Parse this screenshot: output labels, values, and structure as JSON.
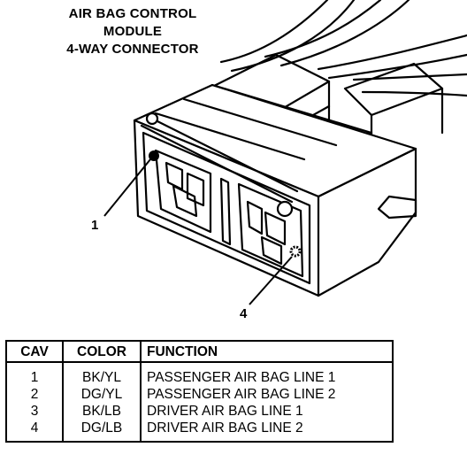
{
  "title": {
    "line1": "AIR BAG CONTROL",
    "line2": "MODULE",
    "line3": "4-WAY CONNECTOR"
  },
  "callouts": {
    "cavity_1": "1",
    "cavity_4": "4"
  },
  "table": {
    "headers": [
      "CAV",
      "COLOR",
      "FUNCTION"
    ],
    "rows": [
      {
        "cav": "1",
        "color": "BK/YL",
        "function": "PASSENGER AIR BAG LINE 1"
      },
      {
        "cav": "2",
        "color": "DG/YL",
        "function": "PASSENGER AIR BAG LINE 2"
      },
      {
        "cav": "3",
        "color": "BK/LB",
        "function": "DRIVER AIR BAG LINE 1"
      },
      {
        "cav": "4",
        "color": "DG/LB",
        "function": "DRIVER AIR BAG LINE 2"
      }
    ]
  }
}
